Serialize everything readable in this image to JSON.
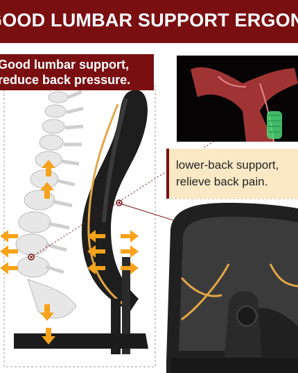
{
  "banner": {
    "title": "GOOD LUMBAR SUPPORT ERGONOMIC"
  },
  "callouts": {
    "left": {
      "line1": "Good lumbar support,",
      "line2": "reduce back pressure."
    },
    "right": {
      "line1": "lower-back support,",
      "line2": "relieve back pain."
    }
  },
  "colors": {
    "banner": "#7a0f12",
    "callout_right_bg": "#fbe9c6",
    "arrow": "#f5a21c",
    "chair": "#1e1e1e",
    "chair_trim": "#e3a646"
  },
  "icons": {
    "arrows": "orange-direction-arrows",
    "markers": "callout-target-markers"
  }
}
